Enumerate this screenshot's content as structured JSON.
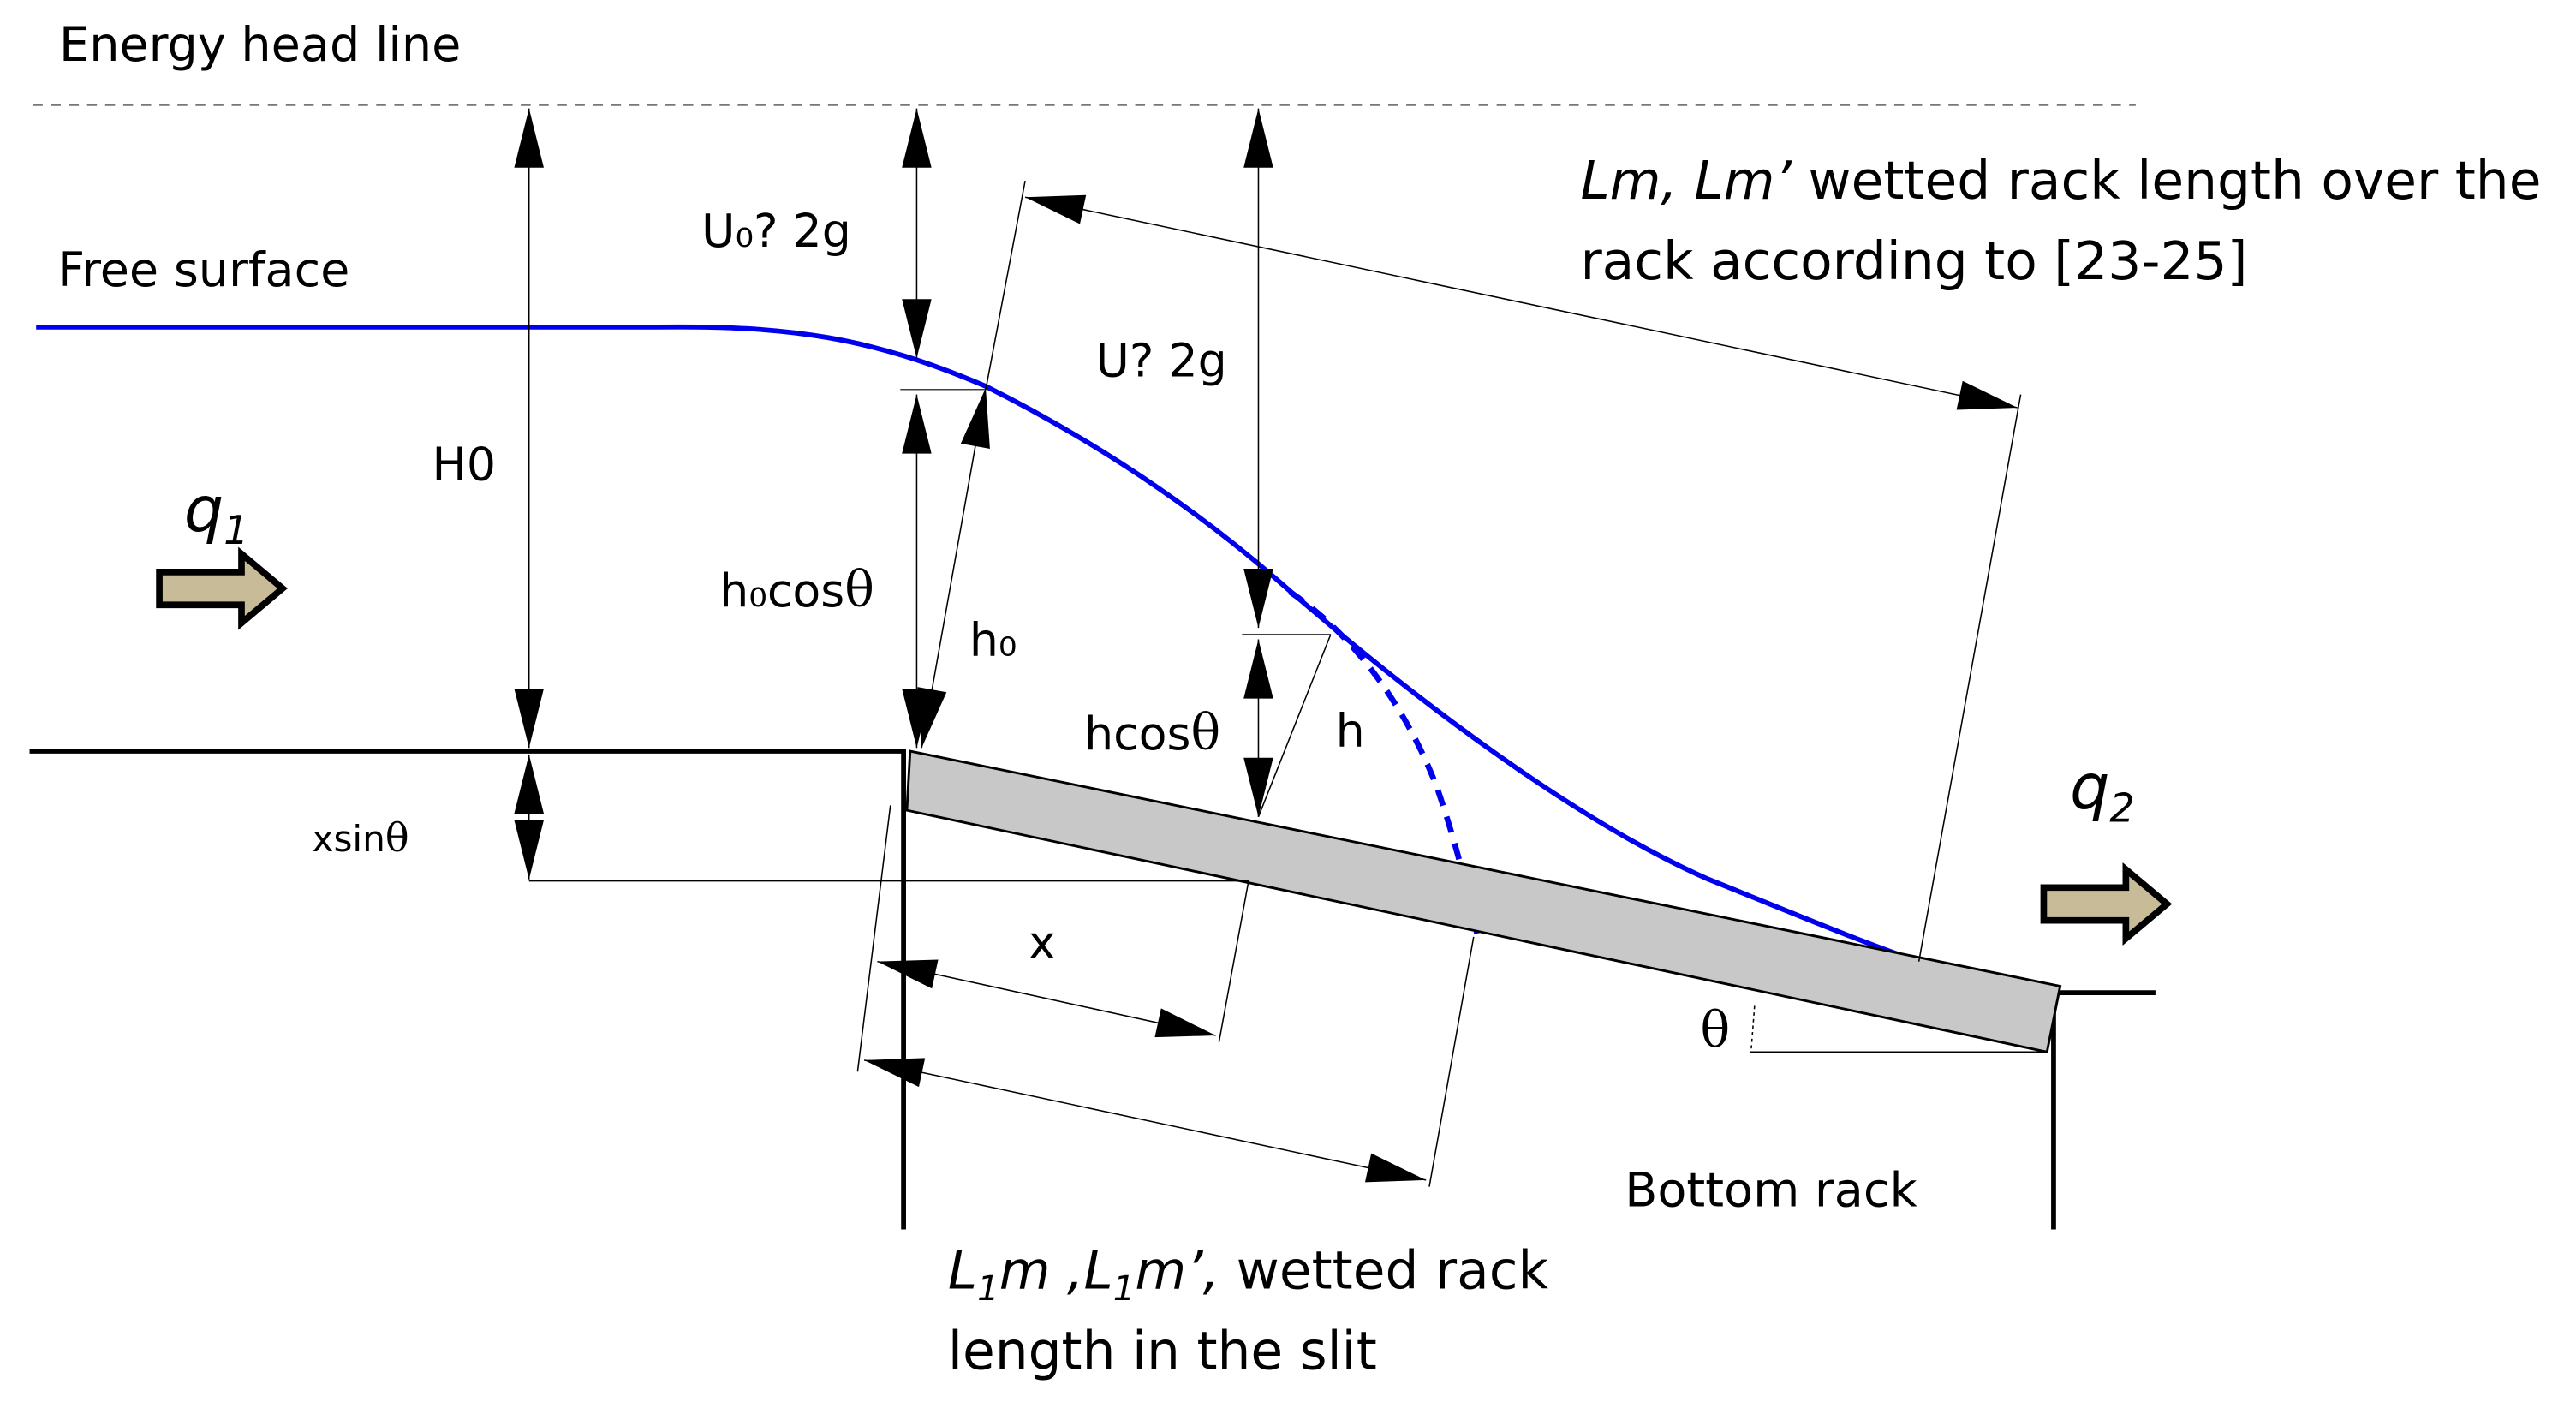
{
  "labels": {
    "energy_head_line": "Energy head line",
    "free_surface": "Free surface",
    "u0_term": "U₀? 2g",
    "u_term": "U? 2g",
    "H0": "H0",
    "q1": "q",
    "q1_sub": "1",
    "q2": "q",
    "q2_sub": "2",
    "h0cos": "h₀cos",
    "h0": "h₀",
    "hcos": "hcos",
    "h": "h",
    "xsin": "xsin",
    "theta": "θ",
    "x": "x",
    "bottom_rack": "Bottom rack",
    "lm_line1_italic": "Lm, Lm’",
    "lm_line1_rest": " wetted  rack length  over  the",
    "lm_line2": "rack according to [23-25]",
    "l1_L1": "L",
    "l1_sub1": "1",
    "l1_m": "m ,",
    "l1_L2": "L",
    "l1_sub2": "1",
    "l1_m2": "m’,",
    "l1_rest": " wetted  rack",
    "l1_line2": "length  in the slit"
  },
  "colors": {
    "water_surface": "#0000ee",
    "rack_fill": "#c8c8c8",
    "flow_arrow_fill": "#c8bc98",
    "line": "#000000"
  }
}
